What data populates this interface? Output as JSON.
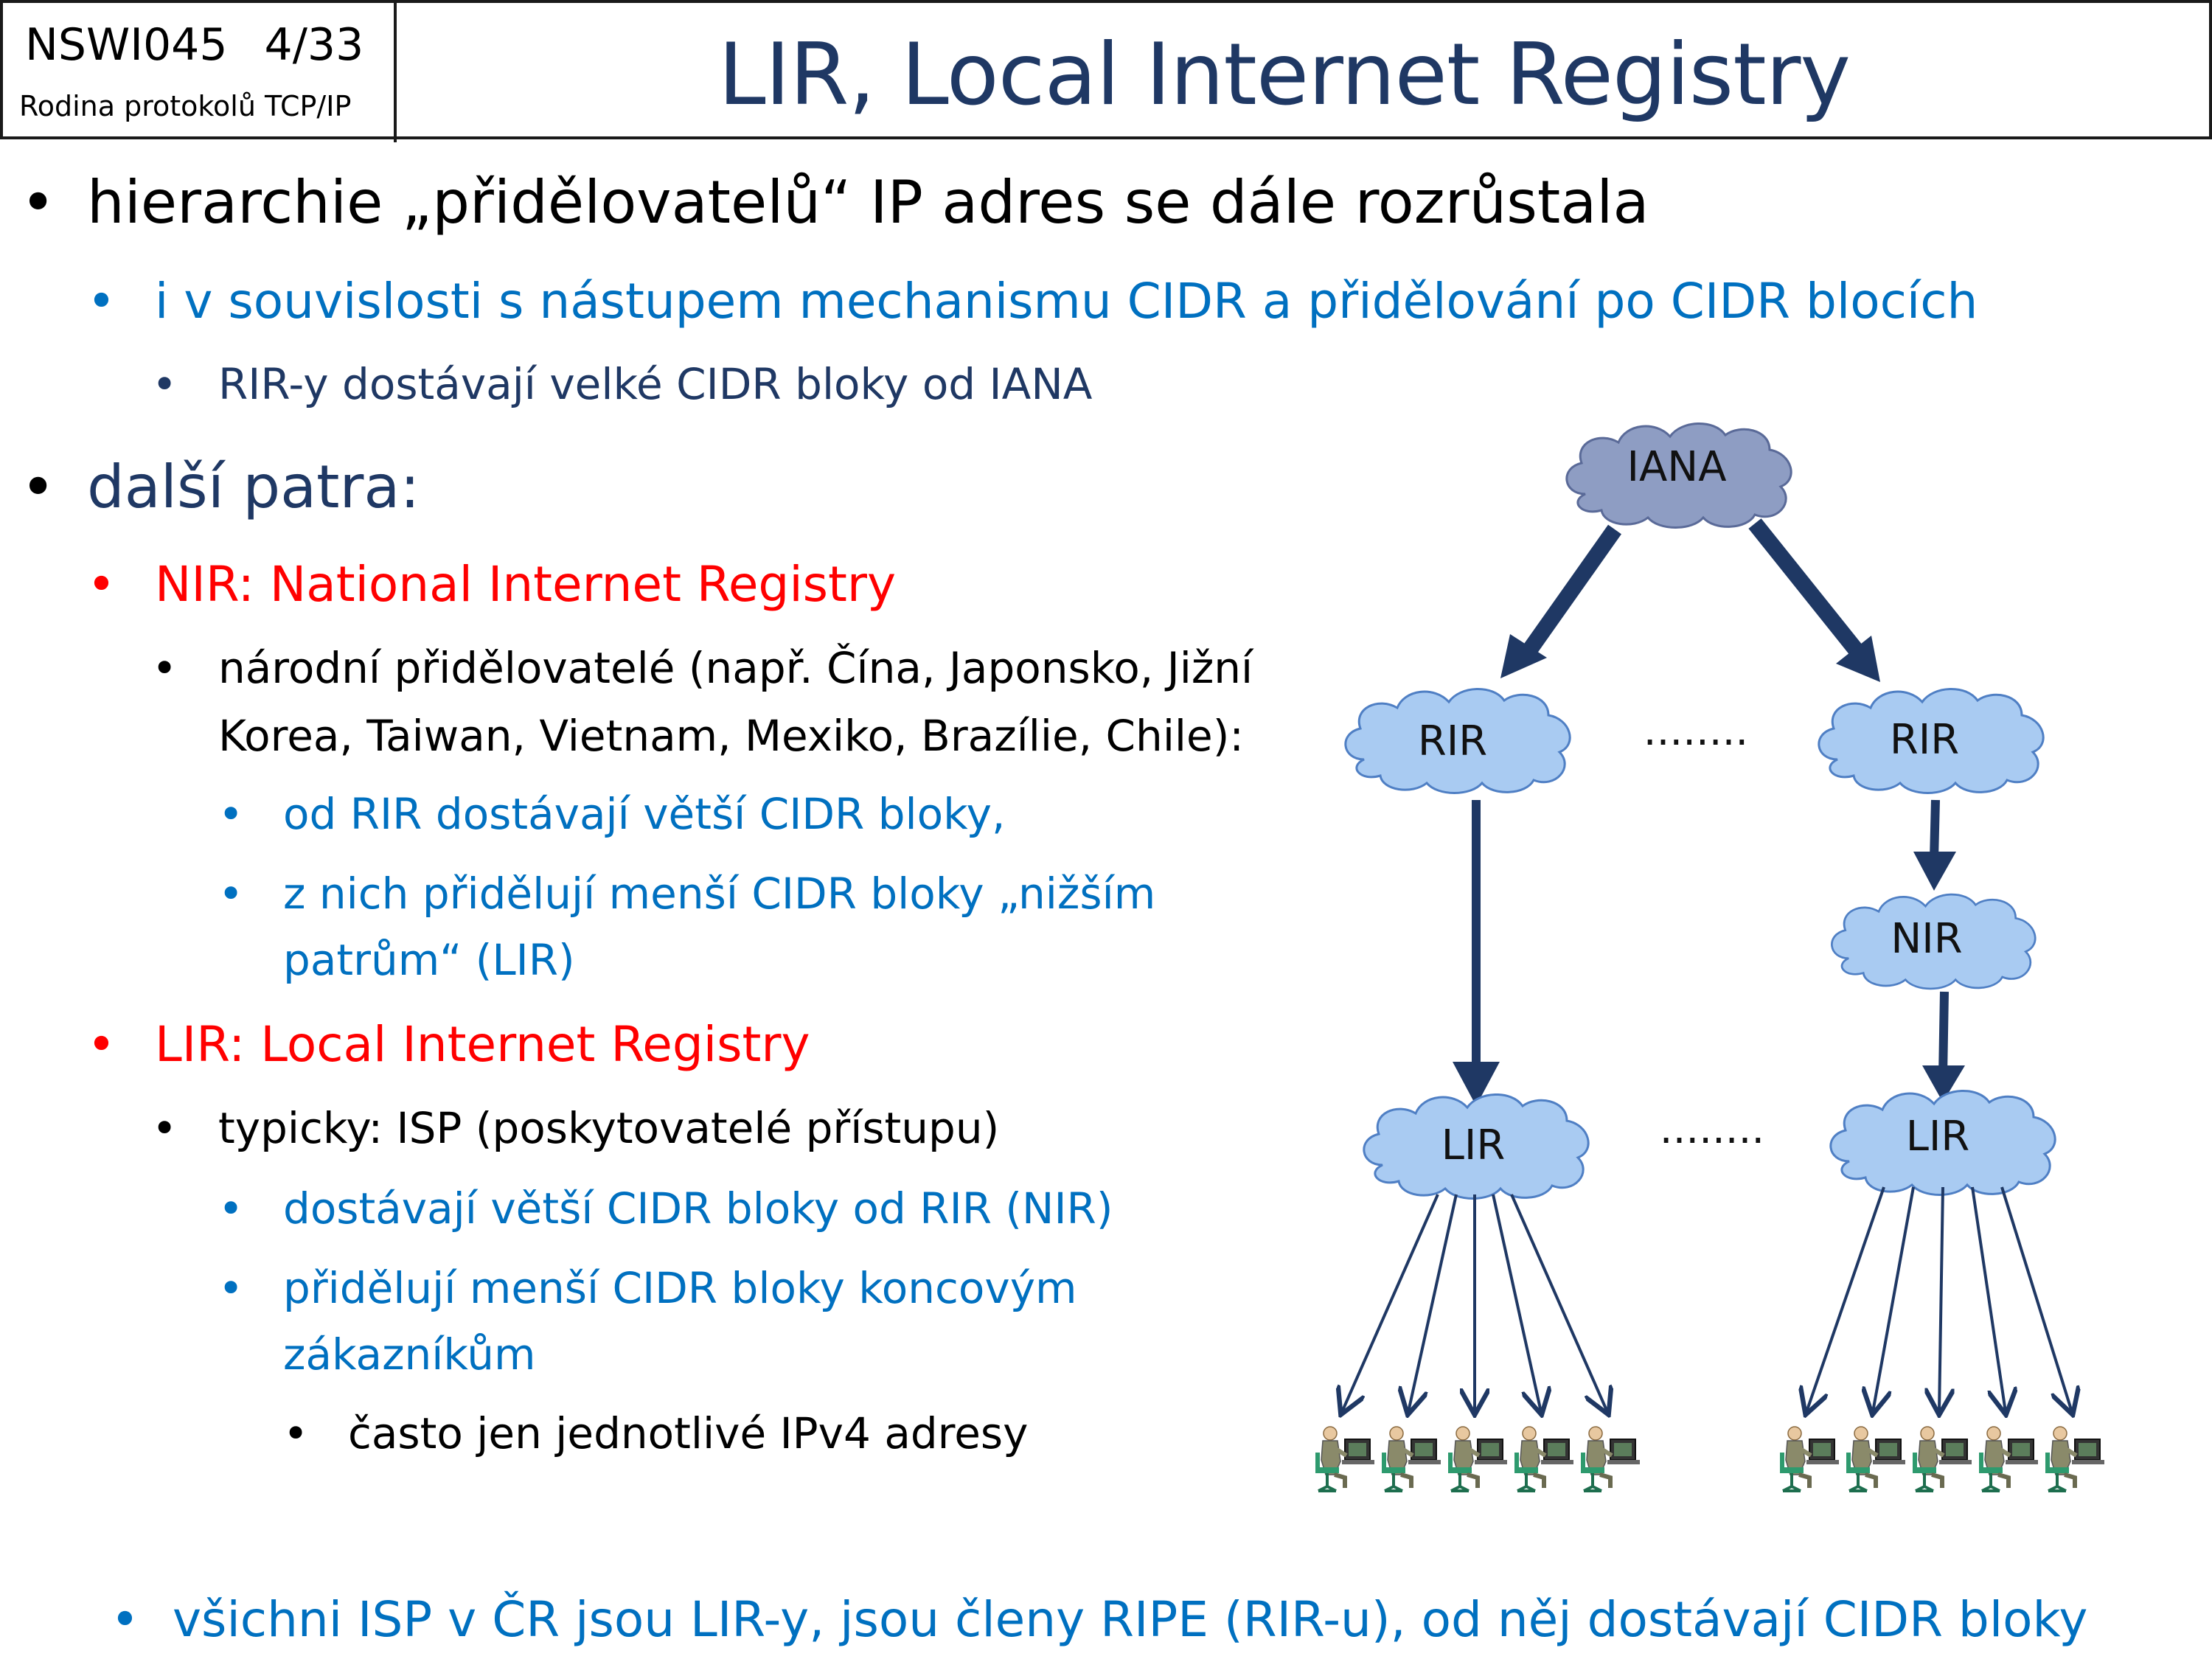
{
  "header": {
    "course_code": "NSWI045",
    "slide_number": "4/33",
    "course_name": "Rodina protokolů TCP/IP",
    "title": "LIR, Local Internet Registry"
  },
  "bullets": {
    "b1": "hierarchie „přidělovatelů“ IP adres se dále rozrůstala",
    "b1_1": "i v souvislosti s nástupem mechanismu CIDR a přidělování po CIDR blocích",
    "b1_1_1": "RIR-y dostávají velké CIDR bloky od IANA",
    "b2": "další patra:",
    "b2_1": "NIR: National Internet Registry",
    "b2_1_1a": "národní přidělovatelé (např. Čína, Japonsko, Jižní",
    "b2_1_1b": "Korea, Taiwan, Vietnam, Mexiko, Brazílie, Chile):",
    "b2_1_1_1": "od RIR dostávají větší CIDR bloky,",
    "b2_1_1_2a": "z nich přidělují menší CIDR bloky „nižším",
    "b2_1_1_2b": "patrům“ (LIR)",
    "b2_2": "LIR: Local Internet Registry",
    "b2_2_1": "typicky: ISP (poskytovatelé přístupu)",
    "b2_2_1_1": "dostávají větší CIDR bloky od RIR (NIR)",
    "b2_2_1_2a": "přidělují menší CIDR bloky koncovým",
    "b2_2_1_2b": "zákazníkům",
    "b2_2_1_2_1": "často jen jednotlivé IPv4 adresy",
    "b3": "všichni ISP v ČR jsou LIR-y, jsou členy RIPE (RIR-u), od něj dostávají CIDR bloky"
  },
  "diagram": {
    "iana": "IANA",
    "rir_left": "RIR",
    "rir_right": "RIR",
    "nir": "NIR",
    "lir_left": "LIR",
    "lir_right": "LIR",
    "ellipsis_top": "........",
    "ellipsis_bottom": "........",
    "colors": {
      "iana_fill": "#8e9dc3",
      "cloud_fill": "#a9cbf2",
      "arrow_big": "#1f3864",
      "arrow_thin": "#1f3864"
    }
  }
}
